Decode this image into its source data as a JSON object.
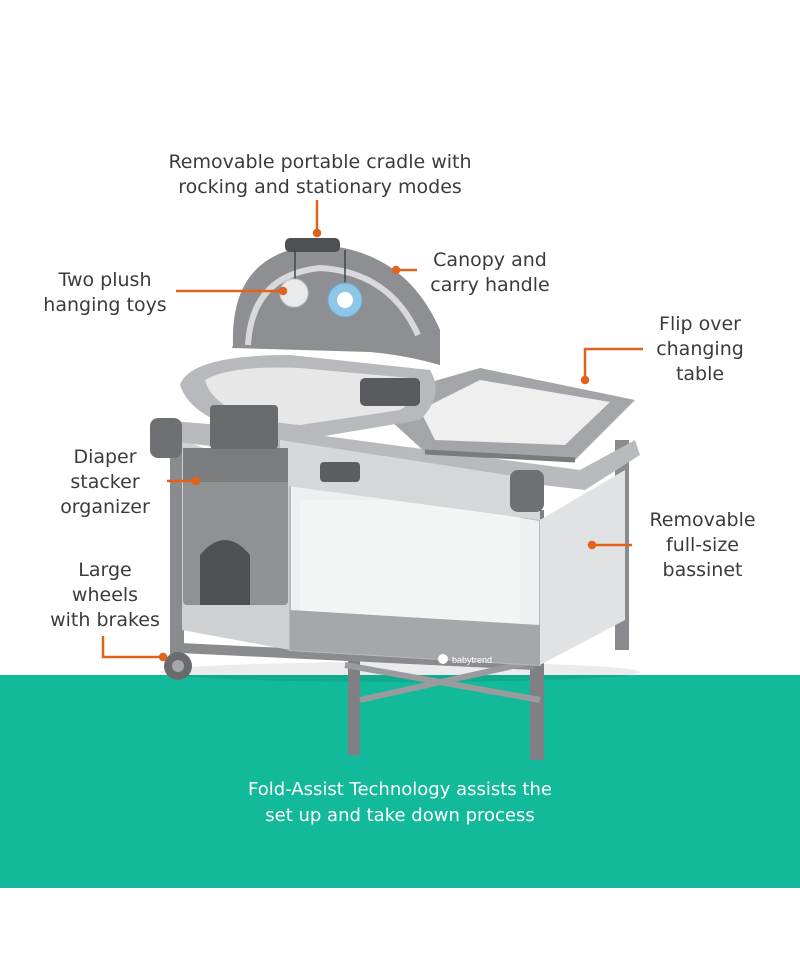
{
  "labels": {
    "cradle": [
      "Removable portable cradle with",
      "rocking and stationary modes"
    ],
    "toys": [
      "Two plush",
      "hanging toys"
    ],
    "canopy": [
      "Canopy and",
      "carry handle"
    ],
    "changing_table": [
      "Flip over",
      "changing",
      "table"
    ],
    "diaper": [
      "Diaper",
      "stacker",
      "organizer"
    ],
    "bassinet": [
      "Removable",
      "full-size",
      "bassinet"
    ],
    "wheels": [
      "Large",
      "wheels",
      "with brakes"
    ]
  },
  "footer": [
    "Fold-Assist Technology assists the",
    "set up and take down process"
  ],
  "brand": "babytrend",
  "colors": {
    "teal": "#12b99b",
    "leader": "#e2621b",
    "product_gray": "#8c8d90",
    "text": "#3b3b3b"
  }
}
